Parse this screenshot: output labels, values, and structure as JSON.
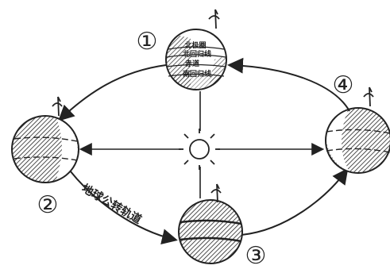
{
  "positions": [
    {
      "marker": "①",
      "lines": [
        "北极圈",
        "北回归线",
        "赤道",
        "南回归线"
      ]
    },
    {
      "marker": "②"
    },
    {
      "marker": "③"
    },
    {
      "marker": "④"
    }
  ],
  "orbit_label": "地球公转轨道"
}
